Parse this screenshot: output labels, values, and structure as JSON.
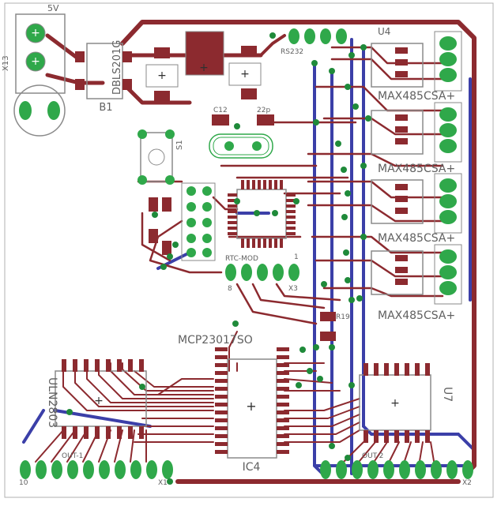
{
  "colors": {
    "background": "#ffffff",
    "top_copper": "#8c2a2f",
    "bottom_copper": "#3b3fa8",
    "pad": "#2fa84a",
    "via": "#1f8a3a",
    "silk": "#8a8a8a",
    "board_outline": "#b0b0b0",
    "label": "#606060"
  },
  "labels": {
    "supply": "5V",
    "connector_power": "X13",
    "rectifier": "DBLS201G",
    "rectifier_ref": "B1",
    "switch_ref": "S1",
    "cap_c12": "C12",
    "cap_22p": "22p",
    "rtc_module": "RTC-MOD",
    "expander": "MCP23017SO",
    "expander_ref": "IC4",
    "driver_left": "ULN2803",
    "driver_right_ref": "U7",
    "transceiver_ref": "U4",
    "rs485_1": "MAX485CSA+",
    "rs485_2": "MAX485CSA+",
    "rs485_3": "MAX485CSA+",
    "rs485_4": "MAX485CSA+",
    "out_left": "OUT-1",
    "out_right": "OUT-2",
    "ref_r19": "R19",
    "pin_1": "1",
    "pin_8": "8",
    "ref_x3": "X3",
    "ref_x1": "X1",
    "ref_x2": "X2",
    "pin_10": "10",
    "hdr_label": "RS232"
  }
}
